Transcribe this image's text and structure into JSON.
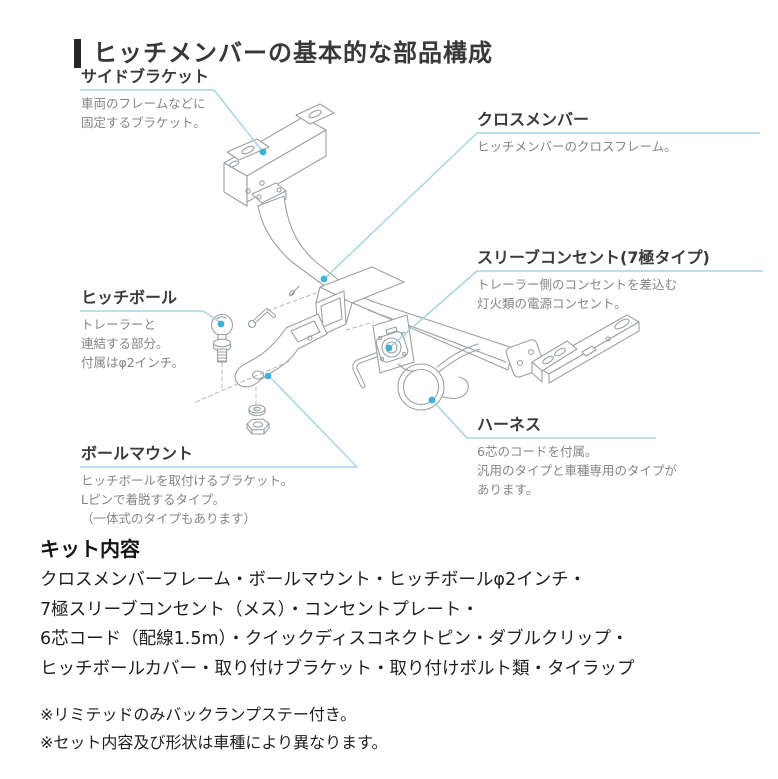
{
  "page": {
    "title": "ヒッチメンバーの基本的な部品構成"
  },
  "diagram": {
    "callouts": [
      {
        "id": "side-bracket",
        "title": "サイドブラケット",
        "desc": "車両のフレームなどに\n固定するブラケット。"
      },
      {
        "id": "cross-member",
        "title": "クロスメンバー",
        "desc": "ヒッチメンバーのクロスフレーム。"
      },
      {
        "id": "sleeve-outlet",
        "title": "スリーブコンセント(7極タイプ)",
        "desc": "トレーラー側のコンセントを差込む\n灯火類の電源コンセント。"
      },
      {
        "id": "hitch-ball",
        "title": "ヒッチボール",
        "desc": "トレーラーと\n連結する部分。\n付属はφ2インチ。"
      },
      {
        "id": "ball-mount",
        "title": "ボールマウント",
        "desc": "ヒッチボールを取付けるブラケット。\nLピンで着脱するタイプ。\n（一体式のタイプもあります）"
      },
      {
        "id": "harness",
        "title": "ハーネス",
        "desc": "6芯のコードを付属。\n汎用のタイプと車種専用のタイプが\nあります。"
      }
    ]
  },
  "kit": {
    "heading": "キット内容",
    "lines": [
      "クロスメンバーフレーム・ボールマウント・ヒッチボールφ2インチ・",
      "7極スリーブコンセント（メス）・コンセントプレート・",
      "6芯コード（配線1.5m）・クイックディスコネクトピン・ダブルクリップ・",
      "ヒッチボールカバー・取り付けブラケット・取り付けボルト類・タイラップ"
    ],
    "notes": [
      "※リミテッドのみバックランプステー付き。",
      "※セット内容及び形状は車種により異なります。"
    ]
  },
  "colors": {
    "callout_line": "#a6d5e4",
    "callout_dot": "#3eb1d4",
    "diagram_line": "#9aa0a4",
    "title_text": "#383838",
    "desc_text": "#858585"
  }
}
